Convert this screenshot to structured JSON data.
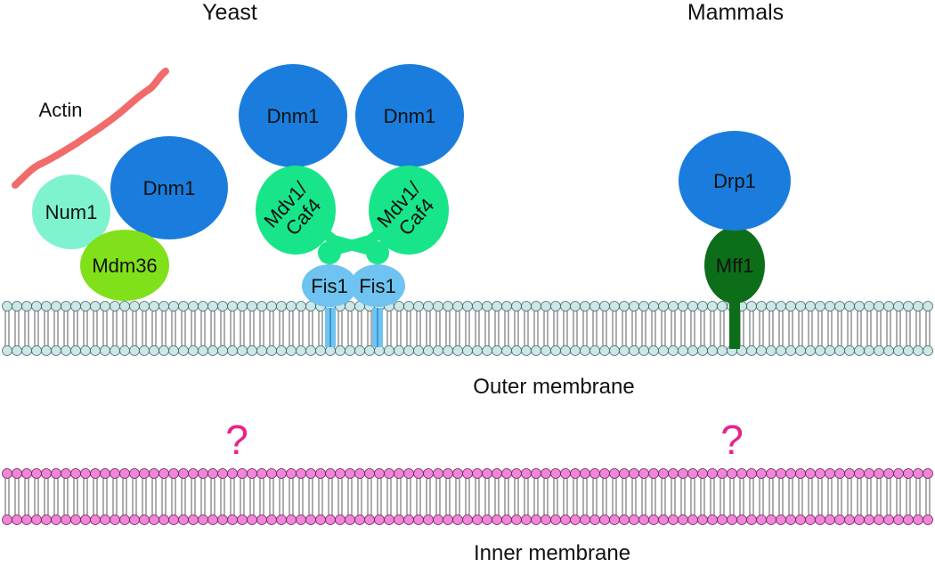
{
  "labels": {
    "yeast": "Yeast",
    "mammals": "Mammals",
    "actin": "Actin",
    "outer_membrane": "Outer membrane",
    "inner_membrane": "Inner membrane",
    "unknown_left": "?",
    "unknown_right": "?"
  },
  "proteins": {
    "num1": "Num1",
    "dnm1_left": "Dnm1",
    "mdm36": "Mdm36",
    "dnm1_a": "Dnm1",
    "dnm1_b": "Dnm1",
    "mdv1_left_line1": "Mdv1/",
    "mdv1_left_line2": "Caf4",
    "mdv1_right_line1": "Mdv1/",
    "mdv1_right_line2": "Caf4",
    "fis1_left": "Fis1",
    "fis1_right": "Fis1",
    "drp1": "Drp1",
    "mff1": "Mff1"
  },
  "colors": {
    "dnm1": "#1a7ddd",
    "num1": "#7ff2cf",
    "mdm36": "#80e01a",
    "mdv1": "#18e58a",
    "fis1": "#6ec3f0",
    "mff1": "#0d6e1a",
    "actin": "#f26b6b",
    "outer_membrane_head": "#cbe7e7",
    "inner_membrane_head": "#f285d8",
    "question_mark": "#e8228c"
  }
}
